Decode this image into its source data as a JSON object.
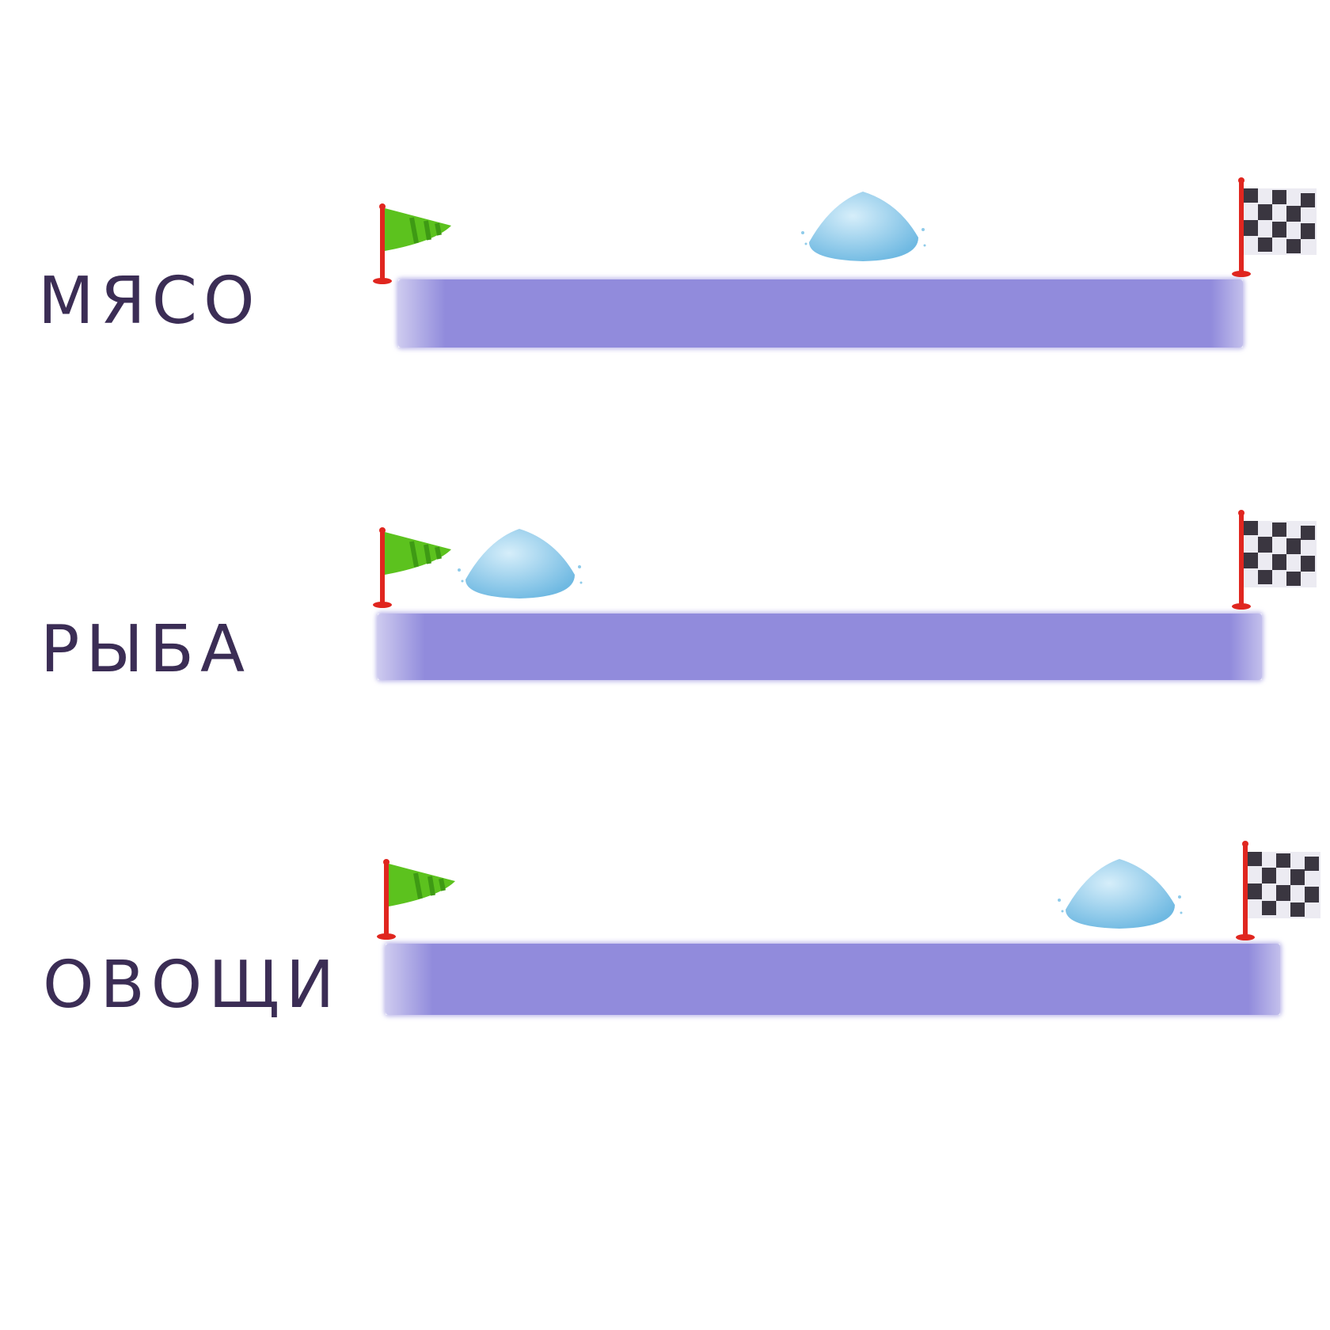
{
  "rows": [
    {
      "label": "МЯСО",
      "progress": 0.55
    },
    {
      "label": "РЫБА",
      "progress": 0.16
    },
    {
      "label": "ОВОЩИ",
      "progress": 0.82
    }
  ],
  "colors": {
    "bar": "#918bdc",
    "label": "#3b2d55",
    "start_flag": "#5cc21e",
    "pole": "#e0261f",
    "salt": "#8fcbea"
  },
  "icons": {
    "start": "green-start-flag-icon",
    "finish": "checkered-finish-flag-icon",
    "marker": "salt-pile-icon"
  }
}
